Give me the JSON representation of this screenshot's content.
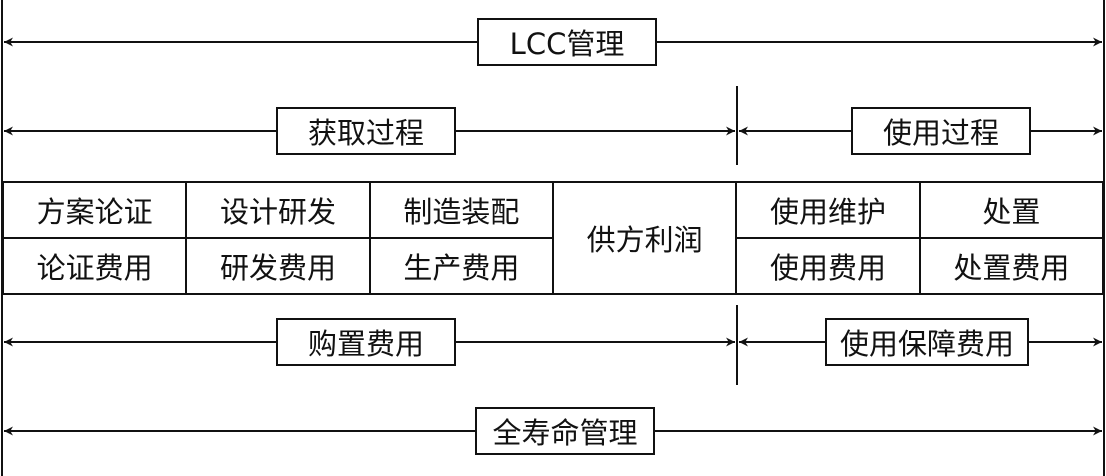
{
  "labels": {
    "lcc": "LCC管理",
    "acquisition": "获取过程",
    "usage": "使用过程",
    "purchase_cost": "购置费用",
    "usage_support_cost": "使用保障费用",
    "lifecycle": "全寿命管理"
  },
  "table": {
    "row1": [
      "方案论证",
      "设计研发",
      "制造装配",
      "使用维护",
      "处置"
    ],
    "row2": [
      "论证费用",
      "研发费用",
      "生产费用",
      "使用费用",
      "处置费用"
    ],
    "merged": "供方利润"
  }
}
